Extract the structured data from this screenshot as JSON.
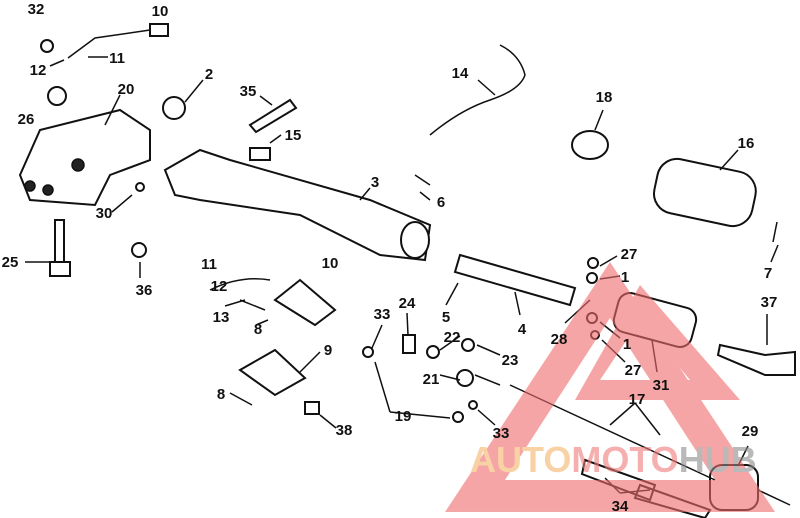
{
  "diagram": {
    "labels": [
      "32",
      "10",
      "11",
      "12",
      "20",
      "2",
      "26",
      "35",
      "14",
      "18",
      "15",
      "16",
      "3",
      "6",
      "30",
      "25",
      "36",
      "11",
      "10",
      "27",
      "1",
      "7",
      "12",
      "5",
      "4",
      "24",
      "33",
      "13",
      "8",
      "37",
      "28",
      "22",
      "23",
      "1",
      "27",
      "9",
      "21",
      "31",
      "8",
      "17",
      "19",
      "33",
      "38",
      "29",
      "34"
    ]
  },
  "watermark": {
    "part1": "AUTO",
    "part2": "MOTO",
    "part3": "HUB",
    "colors": {
      "auto": "#f5b56b",
      "moto": "#ef7b7b",
      "hub": "#8c8c8c",
      "triangle": "#ef6b6b"
    }
  }
}
